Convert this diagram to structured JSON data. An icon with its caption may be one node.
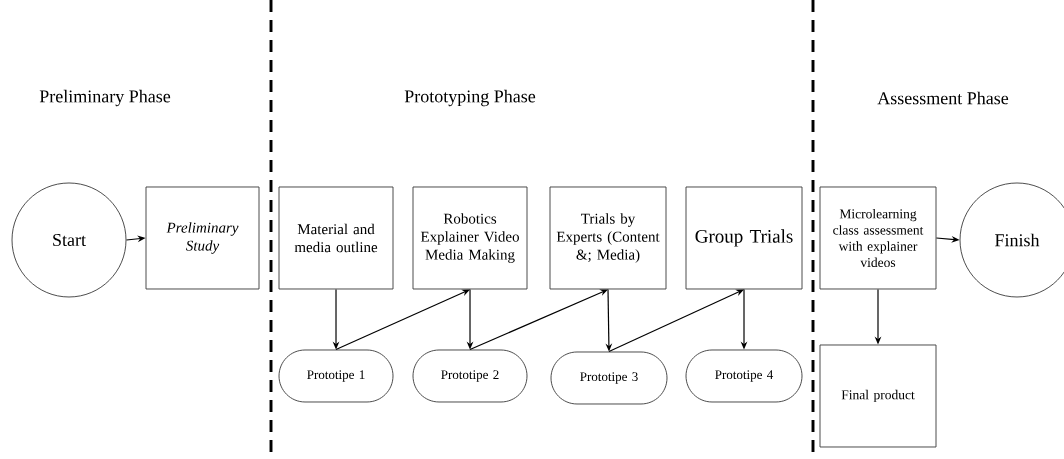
{
  "diagram": {
    "nodes": [
      {
        "text": [
          "Start"
        ]
      },
      {
        "text": [
          "Preliminary Study"
        ]
      },
      {
        "text": [
          "Material and media outline"
        ]
      },
      {
        "text": [
          "Robotics Explainer Video Media Making"
        ]
      },
      {
        "text": [
          "Trials by Experts (Content &; Media)"
        ]
      },
      {
        "text": [
          "Group Trials"
        ]
      },
      {
        "text": [
          "Microlearning class assessment with explainer videos"
        ]
      },
      {
        "text": [
          "Finish"
        ]
      },
      {
        "text": [
          "Prototipe 1"
        ]
      },
      {
        "text": [
          "Prototipe 2"
        ]
      },
      {
        "text": [
          "Prototipe 3"
        ]
      },
      {
        "text": [
          "Prototipe 4"
        ]
      },
      {
        "text": [
          "Final product"
        ]
      }
    ],
    "edges": [
      {
        "from": 0,
        "to": 1,
        "arrow": "to"
      },
      {
        "from": 2,
        "to": 8,
        "arrow": "to"
      },
      {
        "from": 8,
        "to": 3,
        "arrow": "to"
      },
      {
        "from": 3,
        "to": 9,
        "arrow": "to"
      },
      {
        "from": 9,
        "to": 4,
        "arrow": "to"
      },
      {
        "from": 4,
        "to": 10,
        "arrow": "to"
      },
      {
        "from": 10,
        "to": 5,
        "arrow": "to"
      },
      {
        "from": 5,
        "to": 11,
        "arrow": "to"
      },
      {
        "from": 6,
        "to": 7,
        "arrow": "to"
      },
      {
        "from": 6,
        "to": 12,
        "arrow": "to"
      }
    ],
    "labels": [
      "Preliminary Phase",
      "Prototyping Phase",
      "Assessment Phase"
    ]
  }
}
